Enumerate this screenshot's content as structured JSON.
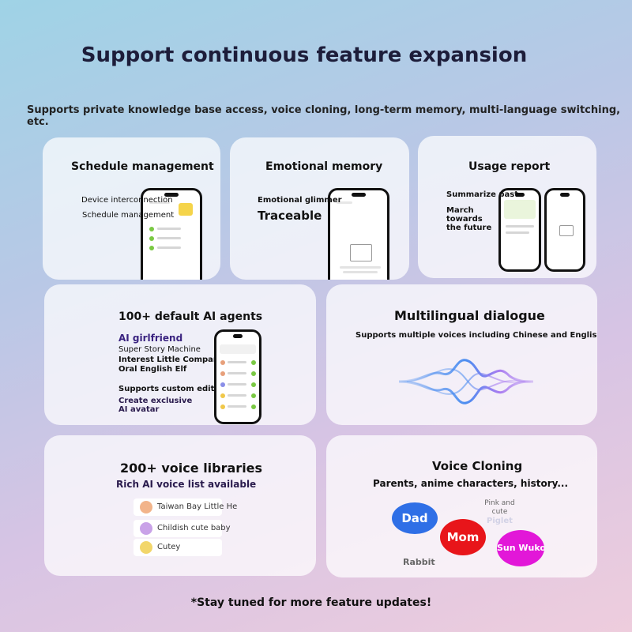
{
  "header": {
    "title": "Support continuous feature expansion",
    "subtitle": "Supports private knowledge base access, voice cloning, long-term memory, multi-language switching, etc."
  },
  "cards": {
    "schedule": {
      "title": "Schedule management",
      "line1": "Device interconnection",
      "line2": "Schedule management"
    },
    "emotional": {
      "title": "Emotional memory",
      "line1": "Emotional glimmer",
      "line2": "Traceable"
    },
    "usage": {
      "title": "Usage report",
      "line1": "Summarize past",
      "line2": "March",
      "line3": "towards",
      "line4": "the future"
    },
    "agents": {
      "title": "100+ default AI agents",
      "items": [
        "AI girlfriend",
        "Super Story Machine",
        "Interest Little Companion",
        "Oral English Elf"
      ],
      "custom1": "Supports custom editing",
      "custom2": "Create exclusive",
      "custom3": "AI avatar"
    },
    "multilingual": {
      "title": "Multilingual dialogue",
      "subtitle": "Supports multiple voices including Chinese and English"
    },
    "voices": {
      "title": "200+ voice libraries",
      "subtitle": "Rich AI voice list available",
      "list": [
        "Taiwan Bay Little He",
        "Childish cute baby",
        "Cutey"
      ]
    },
    "cloning": {
      "title": "Voice Cloning",
      "subtitle": "Parents, anime characters, history...",
      "bubbles": [
        "Dad",
        "Mom",
        "Sun Wukong"
      ],
      "pink_note": "Pink and cute",
      "pink_name": "Piglet",
      "rabbit": "Rabbit"
    }
  },
  "footer": {
    "note": "*Stay tuned for more feature updates!"
  },
  "colors": {
    "dad": "#2f6fe6",
    "mom": "#e8151a",
    "wukong": "#e217d8",
    "accent_green": "#7ac943",
    "wave_blue": "#4b8df0",
    "wave_purple": "#a97cf0"
  }
}
